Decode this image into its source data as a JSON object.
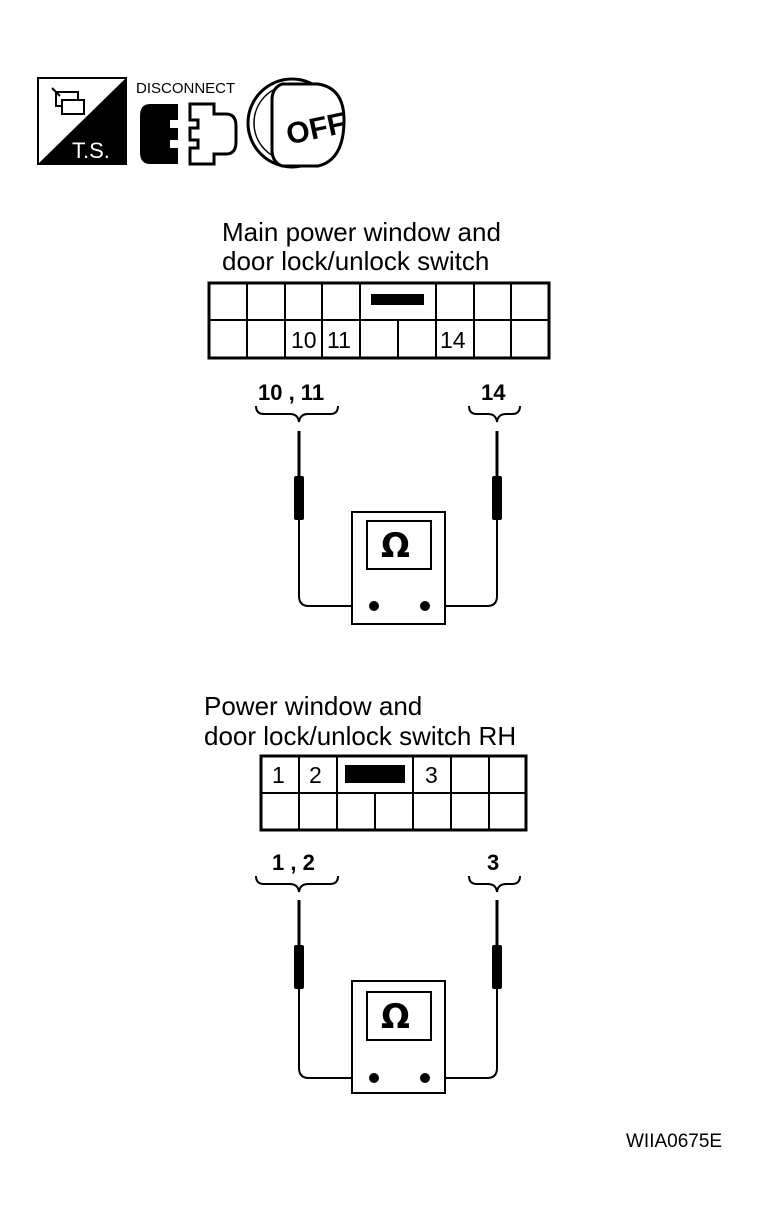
{
  "icons": {
    "ts_label": "T.S.",
    "disconnect_label": "DISCONNECT",
    "key_label": "OFF"
  },
  "connector1": {
    "title_line1": "Main power window and",
    "title_line2": "door lock/unlock switch",
    "pins": [
      "10",
      "11",
      "14"
    ],
    "lead_left": "10 , 11",
    "lead_right": "14",
    "meter_symbol": "Ω"
  },
  "connector2": {
    "title_line1": "Power window and",
    "title_line2": "door lock/unlock switch RH",
    "pins": [
      "1",
      "2",
      "3"
    ],
    "lead_left": "1 , 2",
    "lead_right": "3",
    "meter_symbol": "Ω"
  },
  "figure_code": "WIIA0675E"
}
